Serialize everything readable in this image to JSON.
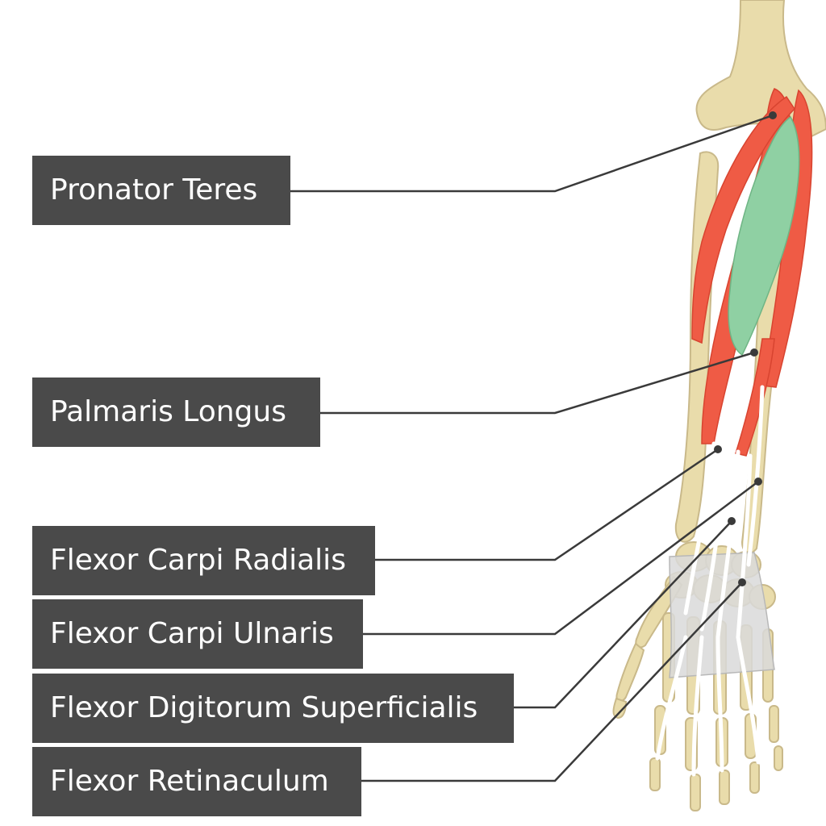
{
  "labels": [
    {
      "text": "Pronator Teres"
    },
    {
      "text": "Palmaris Longus"
    },
    {
      "text": "Flexor Carpi Radialis"
    },
    {
      "text": "Flexor Carpi Ulnaris"
    },
    {
      "text": "Flexor Digitorum Superficialis"
    },
    {
      "text": "Flexor Retinaculum"
    }
  ],
  "colors": {
    "label_background": "#4a4a4a",
    "label_text": "#ffffff",
    "leader_line": "#3a3a3a",
    "bone": "#e9dcab",
    "bone_outline": "#c9b98a",
    "muscle_red": "#ef5b45",
    "muscle_highlight_green": "#8fd0a3",
    "tendon": "#ffffff",
    "retinaculum": "#cfcfcf"
  }
}
